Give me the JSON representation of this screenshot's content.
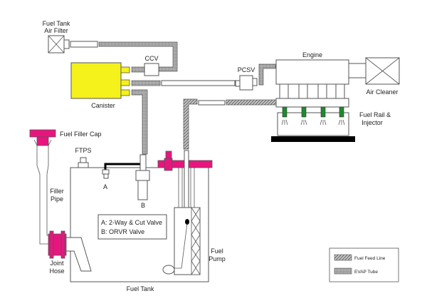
{
  "labels": {
    "air_filter_line1": "Fuel Tank",
    "air_filter_line2": "Air Filter",
    "ccv": "CCV",
    "canister": "Canister",
    "pcsv": "PCSV",
    "engine": "Engine",
    "air_cleaner": "Air Cleaner",
    "fuel_rail_line1": "Fuel Rail &",
    "fuel_rail_line2": "Injector",
    "fuel_filler_cap": "Fuel Filler Cap",
    "ftps": "FTPS",
    "filler_pipe_line1": "Filler",
    "filler_pipe_line2": "Pipe",
    "valve_a": "A",
    "valve_b": "B",
    "joint_hose_line1": "Joint",
    "joint_hose_line2": "Hose",
    "fuel_pump_line1": "Fuel",
    "fuel_pump_line2": "Pump",
    "fuel_tank": "Fuel Tank"
  },
  "valve_key": {
    "a": "A: 2-Way & Cut Valve",
    "b": "B: ORVR Valve"
  },
  "legend": {
    "fuel_feed_line": "Fuel Feed Line",
    "evap_tube": "EVAP Tube"
  },
  "colors": {
    "canister": "#f5f11a",
    "filler_parts": "#e8157f",
    "injector": "#1e8a2e",
    "evap_tube": "#9a9a9a",
    "fuel_feed_line": "#a5a5a5"
  }
}
